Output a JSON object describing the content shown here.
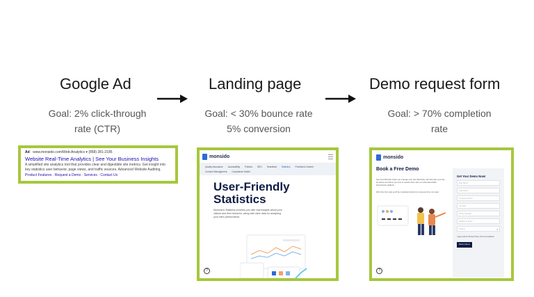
{
  "stages": [
    {
      "title": "Google Ad",
      "goal_lines": [
        "Goal: 2% click-through",
        "rate (CTR)"
      ]
    },
    {
      "title": "Landing page",
      "goal_lines": [
        "Goal: < 30% bounce rate",
        "5% conversion"
      ]
    },
    {
      "title": "Demo request form",
      "goal_lines": [
        "Goal: > 70% completion",
        "rate"
      ]
    }
  ],
  "ad": {
    "meta_prefix": "Ad",
    "meta_rest": " · www.monsido.com/Web-Analytics ▾   (858) 281-2185",
    "headline": "Website Real-Time Analytics | See Your Business Insights",
    "description": "A simplified site analytics tool that provides clear and digestible site metrics. Get insight into key statistics user behavior, page views, and traffic sources. Advanced Website Auditing.",
    "links": "Product Features · Request a Demo · Services · Contact Us"
  },
  "landing": {
    "logo": "monsido",
    "nav": [
      "Quality Assurance",
      "Accessibility",
      "Policies",
      "SEO",
      "Heartbeat",
      "Statistics",
      "Prioritized Content",
      "Consent Management",
      "Compliance Model"
    ],
    "nav_active": "Statistics",
    "hero": [
      "User-Friendly",
      "Statistics"
    ],
    "sub": "Monsido's Statistics provides you with vital insights about your visitors and their behavior, along with clear data for analyzing your site's performance.",
    "help": "?"
  },
  "demo": {
    "logo": "monsido",
    "title": "Book a Free Demo",
    "p1": "See how Monsido helps you manage your site effectively. We will scan your site for issues and show you how to resolve them with our automated Web Governance platform.",
    "p2": "Fill in the form and you'll be contacted shortly by someone from our team.",
    "form_title": "Get Your Demo Now!",
    "fields": [
      "First Name *",
      "Last Name *",
      "Company Email *",
      "Job Title *",
      "Phone Number *",
      "Website to Scan *",
      "Country"
    ],
    "consent": "I agree with the Privacy Policy, Terms & Conditions",
    "submit": "Book a Demo",
    "help": "?"
  },
  "colors": {
    "frame": "#a6c73d",
    "navy": "#0f1b44",
    "brand_blue": "#2b6cd8",
    "ad_link": "#1a0dab"
  },
  "icons": [
    "arrow-right-icon",
    "menu-icon",
    "help-icon",
    "chevron-down-icon",
    "monsido-logo-icon"
  ]
}
